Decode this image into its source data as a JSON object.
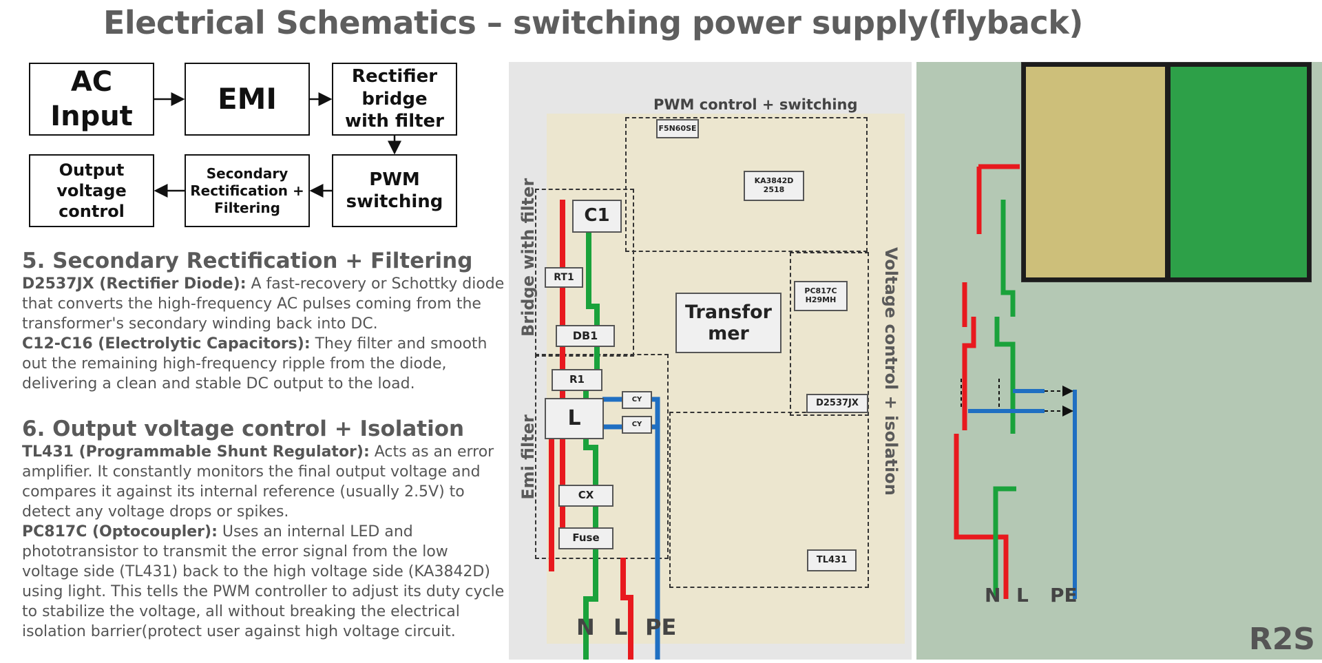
{
  "title": "Electrical Schematics – switching power supply(flyback)",
  "flow": {
    "ac_input": "AC\nInput",
    "emi": "EMI",
    "rectifier": "Rectifier\nbridge\nwith filter",
    "pwm": "PWM\nswitching",
    "secondary": "Secondary\nRectification +\nFiltering",
    "output": "Output\nvoltage\ncontrol"
  },
  "section5": {
    "heading": "5. Secondary Rectification + Filtering",
    "item1_name": "D2537JX (Rectifier Diode):",
    "item1_text": " A fast-recovery or Schottky diode that converts the high-frequency AC pulses coming from the transformer's secondary winding back into DC.",
    "item2_name": "C12-C16 (Electrolytic Capacitors):",
    "item2_text": " They filter and smooth out the remaining high-frequency ripple from the diode, delivering a clean and stable DC output to the load."
  },
  "section6": {
    "heading": "6. Output voltage control + Isolation",
    "item1_name": "TL431 (Programmable Shunt Regulator):",
    "item1_text": " Acts as an error amplifier. It constantly monitors the final output voltage and compares it against its internal reference (usually 2.5V) to detect any voltage drops or spikes.",
    "item2_name": "PC817C (Optocoupler):",
    "item2_text": " Uses an internal LED and phototransistor to transmit the error signal from the low voltage side (TL431) back to the high voltage side (KA3842D) using light. This tells the PWM controller to adjust its duty cycle to stabilize the voltage, all without breaking the electrical isolation barrier(protect user against high voltage circuit."
  },
  "diagram": {
    "pwm_section": "PWM control + switching",
    "bridge_section": "Bridge with filter",
    "emi_section": "Emi filter",
    "voltage_section": "Voltage control + isolation",
    "components": {
      "f5n60se": "F5N60SE",
      "ka3842d": "KA3842D\n2518",
      "c1": "C1",
      "rt1": "RT1",
      "db1": "DB1",
      "transformer": "Transfor\nmer",
      "pc817c": "PC817C\nH29MH",
      "d2537jx": "D2537JX",
      "r1": "R1",
      "l": "L",
      "cy1": "CY",
      "cy2": "CY",
      "cx": "CX",
      "fuse": "Fuse",
      "tl431": "TL431"
    },
    "terminals": {
      "n": "N",
      "l": "L",
      "pe": "PE"
    },
    "terminals2": {
      "n": "N",
      "l": "L",
      "pe": "PE"
    }
  },
  "wire_colors": {
    "line": "#e8191e",
    "neutral": "#1aa23b",
    "earth": "#1f6fc2"
  },
  "logo": "R2S"
}
